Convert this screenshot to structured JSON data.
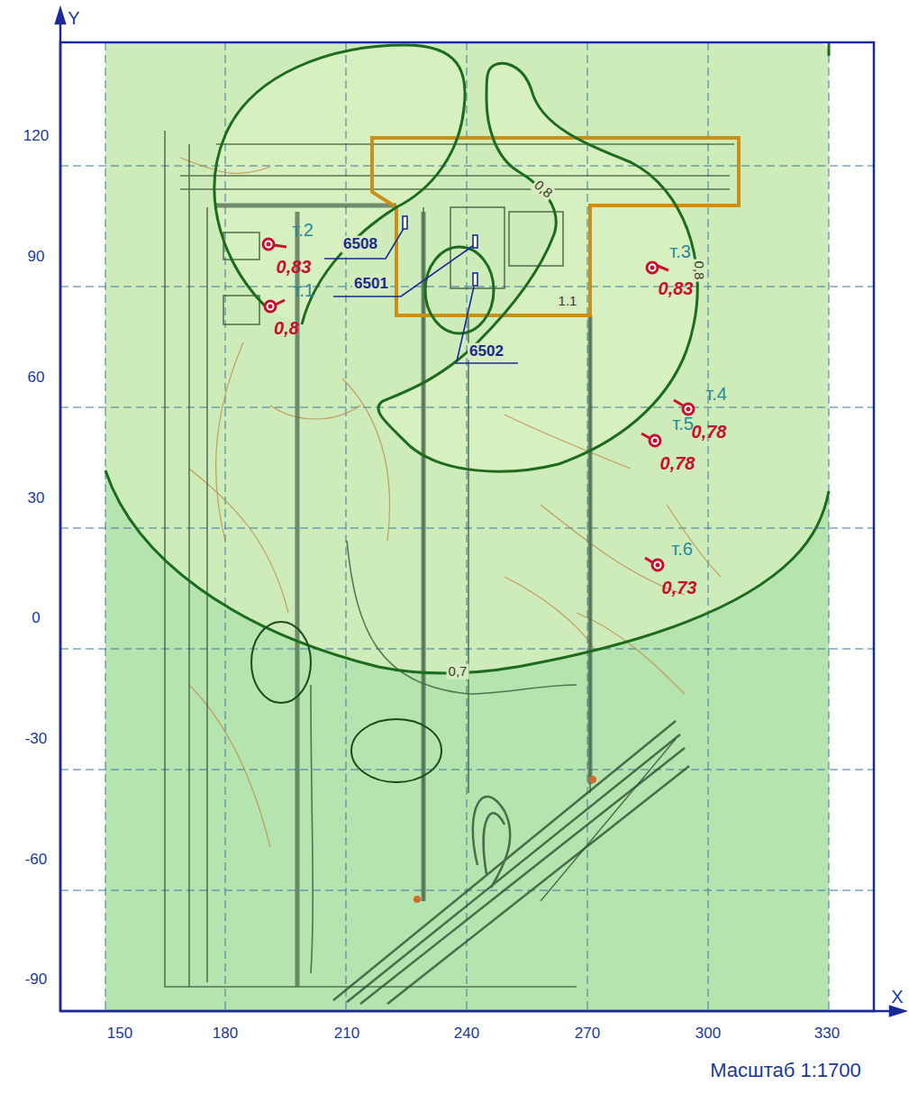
{
  "diagram": {
    "labels": [
      "Y",
      "120",
      "90",
      "60",
      "30",
      "0",
      "-30",
      "-60",
      "-90",
      "150",
      "180",
      "210",
      "240",
      "270",
      "300",
      "330",
      "X",
      "т.2",
      "0,83",
      "т.1",
      "0,8",
      "6508",
      "6501",
      "6502",
      "0,8",
      "1.1",
      "т.3",
      "0,83",
      "0,8",
      "т.4",
      "0,78",
      "т.5",
      "0,78",
      "т.6",
      "0,73",
      "0,7",
      "Масштаб 1:1700"
    ]
  }
}
